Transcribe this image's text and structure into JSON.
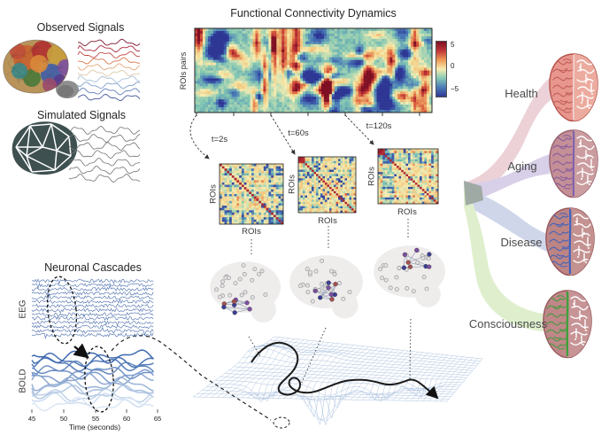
{
  "observed": {
    "title": "Observed Signals"
  },
  "simulated": {
    "title": "Simulated Signals"
  },
  "fcd": {
    "title": "Functional Connectivity Dynamics",
    "ylabel": "ROIs pairs",
    "colorbar_ticks": [
      "5",
      "0",
      "−5"
    ],
    "snapshots": [
      {
        "time": "t=2s",
        "xlabel": "ROIs",
        "ylabel": "ROIs"
      },
      {
        "time": "t=60s",
        "xlabel": "ROIs",
        "ylabel": "ROIs"
      },
      {
        "time": "t=120s",
        "xlabel": "ROIs",
        "ylabel": "ROIs"
      }
    ]
  },
  "cascades": {
    "title": "Neuronal Cascades",
    "eeg_label": "EEG",
    "bold_label": "BOLD",
    "xlabel": "Time (seconds)",
    "xticks": [
      "45",
      "50",
      "55",
      "60",
      "65"
    ]
  },
  "outcomes": {
    "items": [
      {
        "label": "Health",
        "band": "#ddadb8",
        "brain": {
          "body": "#e8968e",
          "body2": "#ecab9f",
          "outline": "#b5544c",
          "sulci": "#c2635a",
          "mid": "#f4e8e4",
          "midw": 1.2
        }
      },
      {
        "label": "Aging",
        "band": "#b9a9d6",
        "brain": {
          "body": "#c48f96",
          "body2": "#cb9da0",
          "outline": "#96606c",
          "sulci": "#8a5f9e",
          "mid": "#7a5fb0",
          "midw": 2
        }
      },
      {
        "label": "Disease",
        "band": "#aab6da",
        "brain": {
          "body": "#bd8484",
          "body2": "#c49290",
          "outline": "#96565c",
          "sulci": "#4e66b4",
          "mid": "#3f62c0",
          "midw": 2.2
        }
      },
      {
        "label": "Consciousness",
        "band": "#c6e3a6",
        "brain": {
          "body": "#c08789",
          "body2": "#c79496",
          "outline": "#97585c",
          "sulci": "#4c9a44",
          "mid": "#3fa03a",
          "midw": 2.4
        }
      }
    ]
  },
  "colors": {
    "fc_palette": [
      [
        -5,
        "#2e3794"
      ],
      [
        -3.2,
        "#4a7ab8"
      ],
      [
        -1.6,
        "#82c7b2"
      ],
      [
        0,
        "#f6edb2"
      ],
      [
        1.5,
        "#f2c87e"
      ],
      [
        3,
        "#e06a42"
      ],
      [
        4.2,
        "#b42a33"
      ],
      [
        5,
        "#7e1024"
      ]
    ],
    "colorbar_gradient": [
      "#7e1024",
      "#c13639",
      "#ee9a56",
      "#f7ecb0",
      "#85c9b5",
      "#4a7ab8",
      "#2e3794"
    ],
    "eeg_trace": "#3d63a8",
    "bold_dark": "#2d5ca8",
    "bold_light": "#d8e5f4",
    "observed_traces": [
      "#7c1830",
      "#a82840",
      "#c44a44",
      "#d97850",
      "#e3a878",
      "#ddc9a8",
      "#a8c0d8",
      "#80a0cc",
      "#6080b8",
      "#4a5a9c"
    ],
    "simulated_trace": "#737373",
    "sim_brain": "#3e5050",
    "mesh": "#a6bedd",
    "trajectory": "#1a1a1a",
    "node_gray": "#e3e3e3",
    "node_colors": [
      "#3c3e96",
      "#7d4fa5",
      "#a85050"
    ],
    "edge": "#8a98ad",
    "silhouette": "#efecec"
  }
}
